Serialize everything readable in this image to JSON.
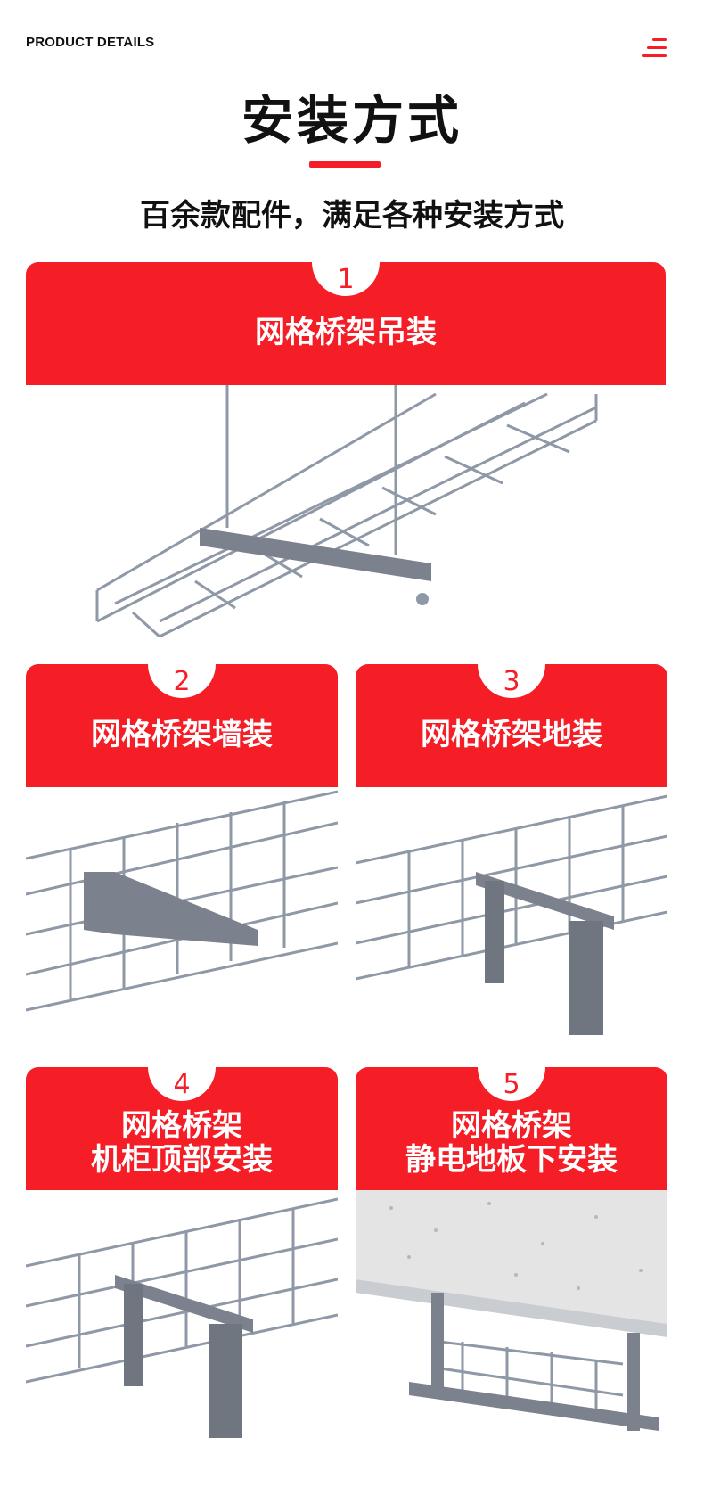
{
  "header": {
    "eyebrow": "PRODUCT DETAILS",
    "menu_icon": "menu-lines-icon",
    "title": "安装方式",
    "subtitle": "百余款配件，满足各种安装方式"
  },
  "colors": {
    "accent": "#f51d26",
    "wire": "#8f98a6",
    "bracket": "#7b828d"
  },
  "cards": [
    {
      "number": "1",
      "title": "网格桥架吊装",
      "image": "ceiling-suspension-illustration"
    },
    {
      "number": "2",
      "title": "网格桥架墙装",
      "image": "wall-mount-illustration"
    },
    {
      "number": "3",
      "title": "网格桥架地装",
      "image": "floor-mount-illustration"
    },
    {
      "number": "4",
      "title": "网格桥架\n机柜顶部安装",
      "image": "cabinet-top-illustration"
    },
    {
      "number": "5",
      "title": "网格桥架\n静电地板下安装",
      "image": "raised-floor-illustration"
    }
  ]
}
